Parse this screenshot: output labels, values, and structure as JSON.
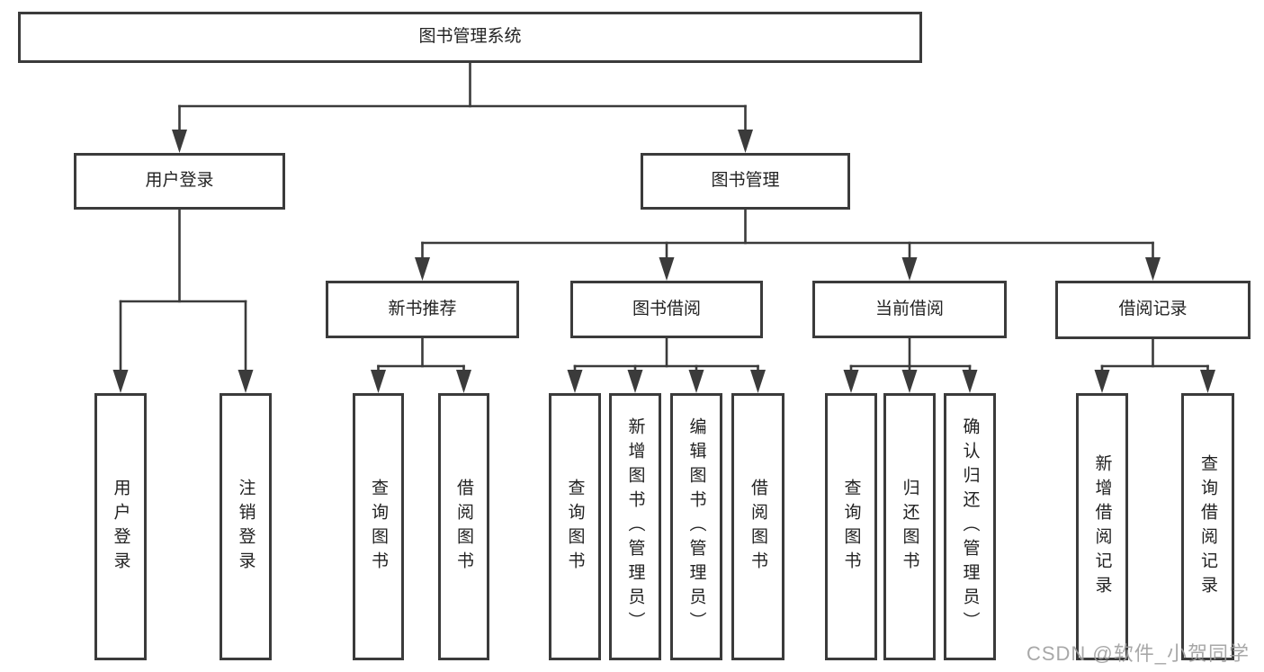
{
  "diagram": {
    "title": "图书管理系统",
    "colors": {
      "line": "#3b3b3b",
      "box_fill": "#ffffff",
      "text": "#222222",
      "watermark": "#9e9e9e"
    },
    "nodes": [
      {
        "id": "root",
        "label": "图书管理系统",
        "level": 1,
        "parent": null
      },
      {
        "id": "user-login-group",
        "label": "用户登录",
        "level": 2,
        "parent": "root"
      },
      {
        "id": "book-mgmt",
        "label": "图书管理",
        "level": 2,
        "parent": "root"
      },
      {
        "id": "new-book-rec",
        "label": "新书推荐",
        "level": 3,
        "parent": "book-mgmt"
      },
      {
        "id": "book-borrow",
        "label": "图书借阅",
        "level": 3,
        "parent": "book-mgmt"
      },
      {
        "id": "current-borrow",
        "label": "当前借阅",
        "level": 3,
        "parent": "book-mgmt"
      },
      {
        "id": "borrow-records",
        "label": "借阅记录",
        "level": 3,
        "parent": "book-mgmt"
      },
      {
        "id": "user-login",
        "label": "用户登录",
        "level": 4,
        "parent": "user-login-group"
      },
      {
        "id": "user-logout",
        "label": "注销登录",
        "level": 4,
        "parent": "user-login-group"
      },
      {
        "id": "rec-query-books",
        "label": "查询图书",
        "level": 4,
        "parent": "new-book-rec"
      },
      {
        "id": "rec-borrow-books",
        "label": "借阅图书",
        "level": 4,
        "parent": "new-book-rec"
      },
      {
        "id": "borrow-query-books",
        "label": "查询图书",
        "level": 4,
        "parent": "book-borrow"
      },
      {
        "id": "borrow-add-books",
        "label": "新增图书（管理员）",
        "level": 4,
        "parent": "book-borrow"
      },
      {
        "id": "borrow-edit-books",
        "label": "编辑图书（管理员）",
        "level": 4,
        "parent": "book-borrow"
      },
      {
        "id": "borrow-borrow-books",
        "label": "借阅图书",
        "level": 4,
        "parent": "book-borrow"
      },
      {
        "id": "current-query-books",
        "label": "查询图书",
        "level": 4,
        "parent": "current-borrow"
      },
      {
        "id": "current-return-books",
        "label": "归还图书",
        "level": 4,
        "parent": "current-borrow"
      },
      {
        "id": "current-confirm-return",
        "label": "确认归还（管理员）",
        "level": 4,
        "parent": "current-borrow"
      },
      {
        "id": "records-add",
        "label": "新增借阅记录",
        "level": 4,
        "parent": "borrow-records"
      },
      {
        "id": "records-query",
        "label": "查询借阅记录",
        "level": 4,
        "parent": "borrow-records"
      }
    ],
    "watermark": "CSDN @软件_小贺同学"
  }
}
